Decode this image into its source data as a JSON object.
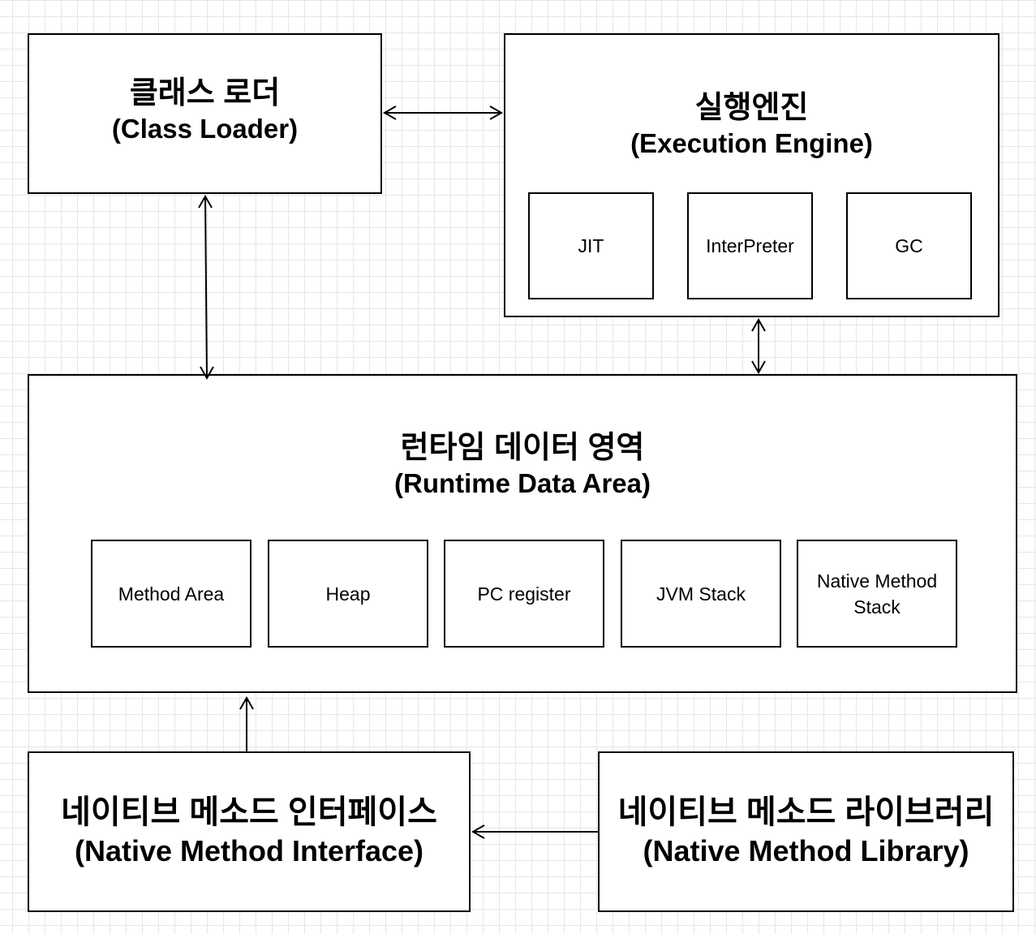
{
  "class_loader": {
    "ko": "클래스 로더",
    "en": "(Class Loader)"
  },
  "execution_engine": {
    "ko": "실행엔진",
    "en": "(Execution Engine)",
    "components": [
      "JIT",
      "InterPreter",
      "GC"
    ]
  },
  "runtime_data_area": {
    "ko": "런타임 데이터 영역",
    "en": "(Runtime Data Area)",
    "components": [
      "Method Area",
      "Heap",
      "PC register",
      "JVM Stack",
      "Native Method Stack"
    ]
  },
  "native_method_interface": {
    "ko": "네이티브 메소드 인터페이스",
    "en": "(Native Method Interface)"
  },
  "native_method_library": {
    "ko": "네이티브 메소드 라이브러리",
    "en": "(Native Method Library)"
  }
}
